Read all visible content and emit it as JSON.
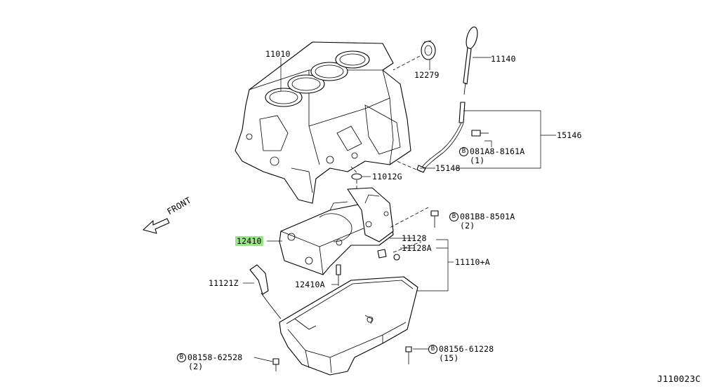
{
  "labels": {
    "p11010": "11010",
    "p12279": "12279",
    "p11140": "11140",
    "p15146": "15146",
    "p081a8_8161a": "081A8-8161A",
    "p081a8_qty": "(1)",
    "p15148": "15148",
    "p11012g": "11012G",
    "front": "FRONT",
    "p081b8_8501a": "081B8-8501A",
    "p081b8_qty": "(2)",
    "p12410": "12410",
    "p11128": "11128",
    "p11128a": "11128A",
    "p11110a": "11110+A",
    "p11121z": "11121Z",
    "p12410a": "12410A",
    "p08158_62528": "08158-62528",
    "p08158_qty": "(2)",
    "p08156_61228": "08156-61228",
    "p08156_qty": "(15)",
    "circle_b": "B",
    "diagram_id": "J110023C"
  },
  "colors": {
    "highlight": "#9be28b",
    "line": "#000000",
    "background": "#ffffff"
  }
}
